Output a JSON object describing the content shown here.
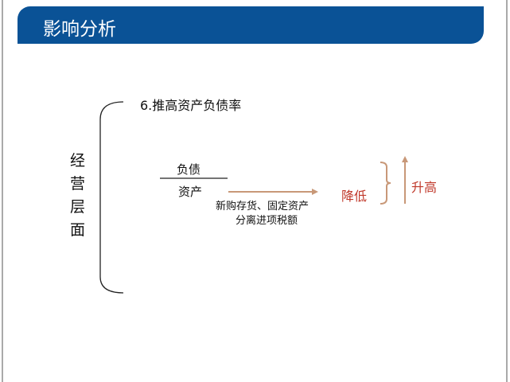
{
  "header": {
    "title": "影响分析"
  },
  "side_label": "经营层面",
  "point": "6.推高资产负债率",
  "fraction": {
    "numerator": "负债",
    "denominator": "资产"
  },
  "cause": {
    "line1": "新购存货、固定资产",
    "line2": "分离进项税额"
  },
  "effect_low": "降低",
  "effect_high": "升高",
  "colors": {
    "header": "#0a5296",
    "accent": "#c0392b",
    "arrow": "#c89878"
  }
}
